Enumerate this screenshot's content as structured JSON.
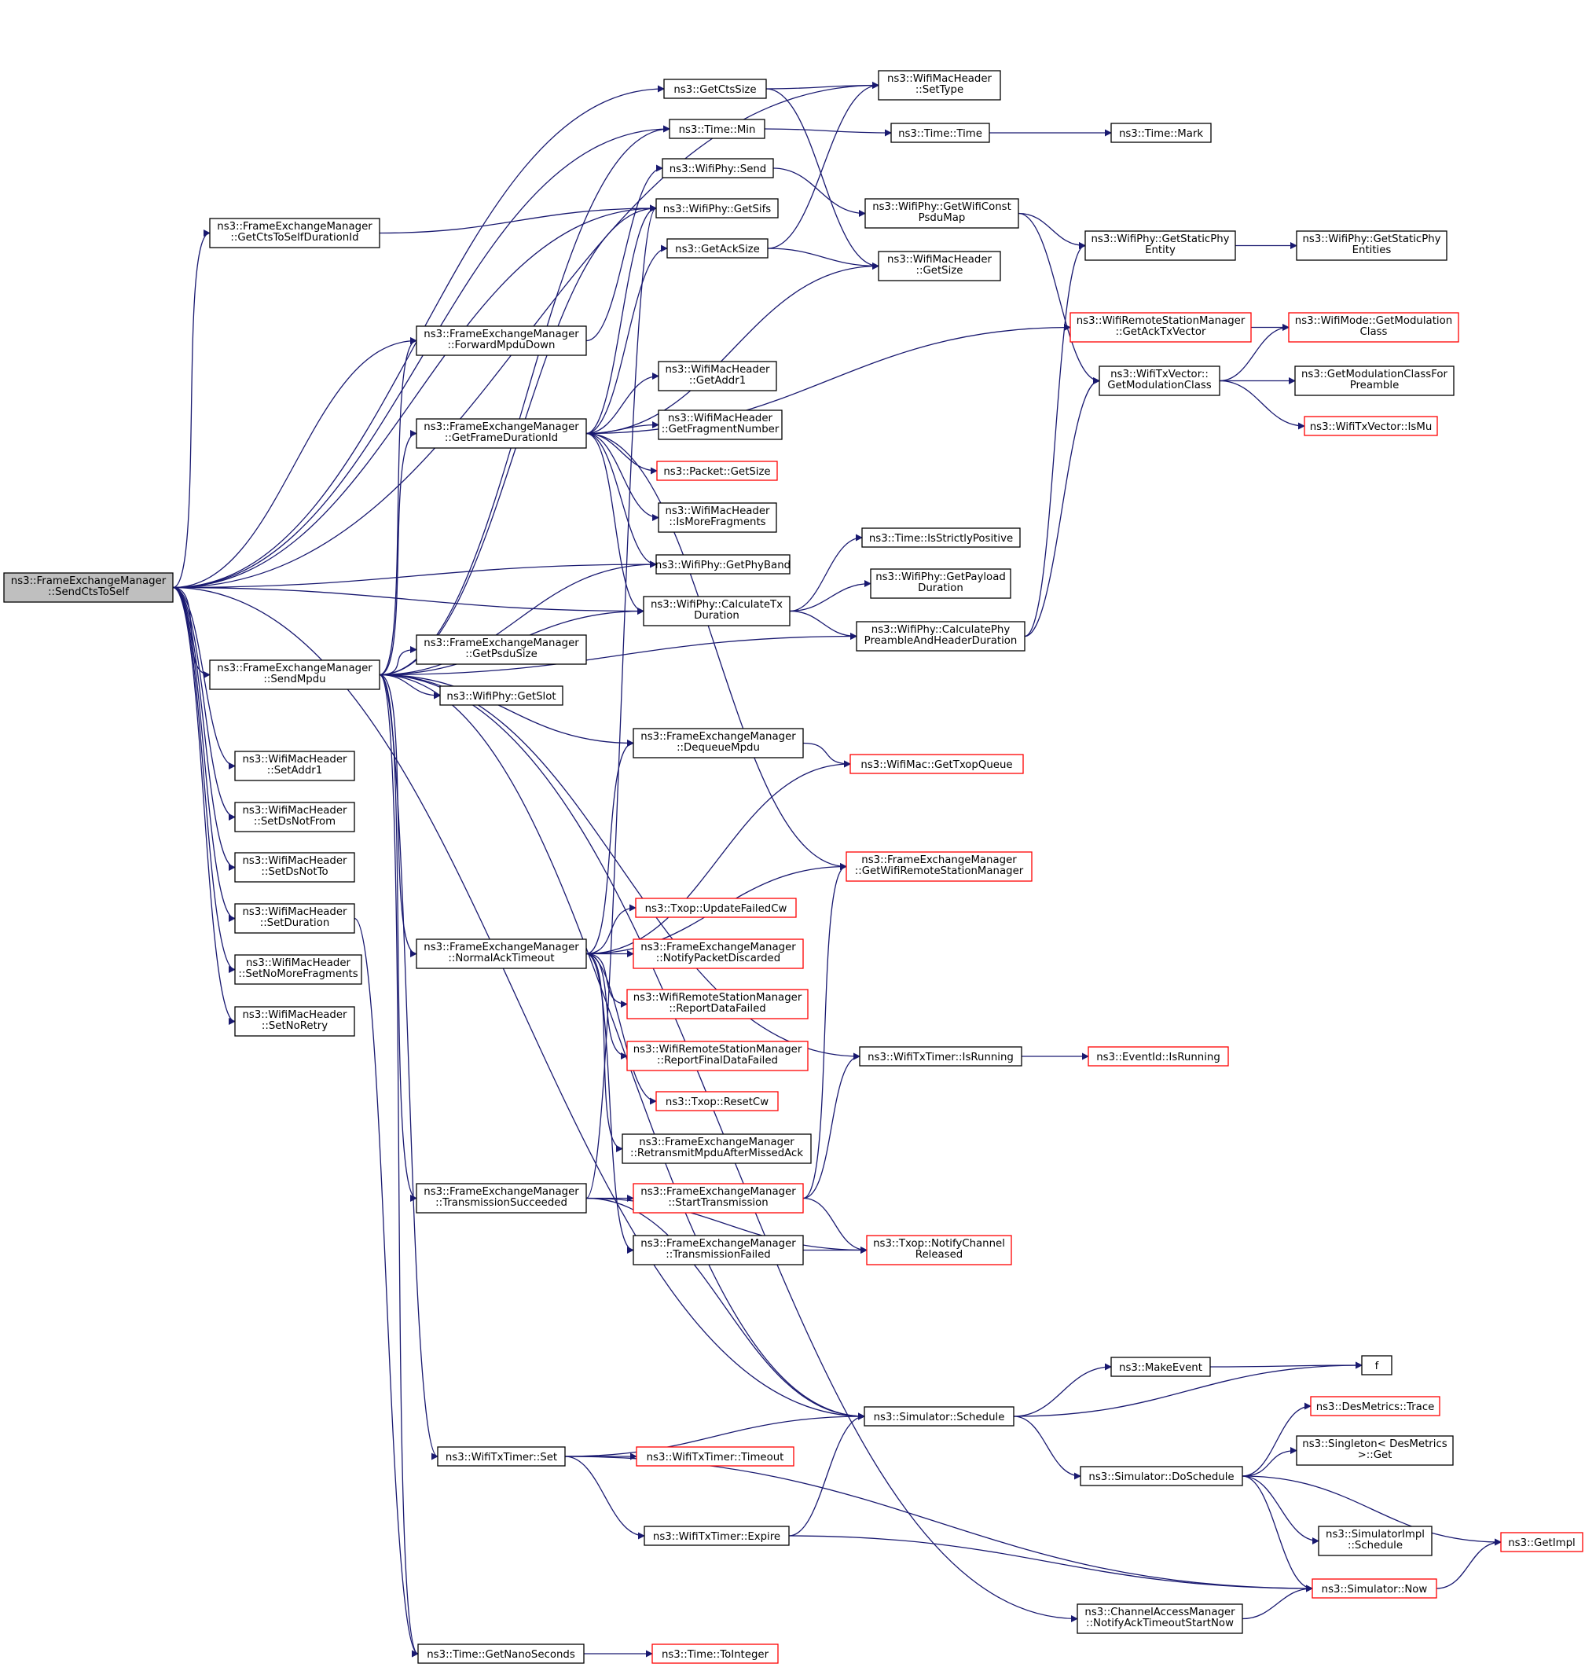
{
  "graph": {
    "nodes": [
      {
        "id": "root",
        "lines": [
          "ns3::FrameExchangeManager",
          "::SendCtsToSelf"
        ],
        "truncated": false,
        "root": true
      },
      {
        "id": "getCtsSize",
        "lines": [
          "ns3::GetCtsSize"
        ],
        "truncated": false
      },
      {
        "id": "timeMin",
        "lines": [
          "ns3::Time::Min"
        ],
        "truncated": false
      },
      {
        "id": "phySend",
        "lines": [
          "ns3::WifiPhy::Send"
        ],
        "truncated": false
      },
      {
        "id": "phyGetSifs",
        "lines": [
          "ns3::WifiPhy::GetSifs"
        ],
        "truncated": false
      },
      {
        "id": "getAckSize",
        "lines": [
          "ns3::GetAckSize"
        ],
        "truncated": false
      },
      {
        "id": "ctsToSelfDur",
        "lines": [
          "ns3::FrameExchangeManager",
          "::GetCtsToSelfDurationId"
        ],
        "truncated": false
      },
      {
        "id": "fwdMpduDown",
        "lines": [
          "ns3::FrameExchangeManager",
          "::ForwardMpduDown"
        ],
        "truncated": false
      },
      {
        "id": "frameDurId",
        "lines": [
          "ns3::FrameExchangeManager",
          "::GetFrameDurationId"
        ],
        "truncated": false
      },
      {
        "id": "macSetType",
        "lines": [
          "ns3::WifiMacHeader",
          "::SetType"
        ],
        "truncated": false
      },
      {
        "id": "timeTime",
        "lines": [
          "ns3::Time::Time"
        ],
        "truncated": false
      },
      {
        "id": "timeMark",
        "lines": [
          "ns3::Time::Mark"
        ],
        "truncated": false
      },
      {
        "id": "psduMap",
        "lines": [
          "ns3::WifiPhy::GetWifiConst",
          "PsduMap"
        ],
        "truncated": false
      },
      {
        "id": "macGetSize",
        "lines": [
          "ns3::WifiMacHeader",
          "::GetSize"
        ],
        "truncated": false
      },
      {
        "id": "staticPhyEntity",
        "lines": [
          "ns3::WifiPhy::GetStaticPhy",
          "Entity"
        ],
        "truncated": false
      },
      {
        "id": "staticPhyEntities",
        "lines": [
          "ns3::WifiPhy::GetStaticPhy",
          "Entities"
        ],
        "truncated": false
      },
      {
        "id": "ackTxVector",
        "lines": [
          "ns3::WifiRemoteStationManager",
          "::GetAckTxVector"
        ],
        "truncated": true
      },
      {
        "id": "modeModClass",
        "lines": [
          "ns3::WifiMode::GetModulation",
          "Class"
        ],
        "truncated": true
      },
      {
        "id": "txvModClass",
        "lines": [
          "ns3::WifiTxVector::",
          "GetModulationClass"
        ],
        "truncated": false
      },
      {
        "id": "modClassPreamble",
        "lines": [
          "ns3::GetModulationClassFor",
          "Preamble"
        ],
        "truncated": false
      },
      {
        "id": "txvIsMu",
        "lines": [
          "ns3::WifiTxVector::IsMu"
        ],
        "truncated": true
      },
      {
        "id": "macGetAddr1",
        "lines": [
          "ns3::WifiMacHeader",
          "::GetAddr1"
        ],
        "truncated": false
      },
      {
        "id": "macFragNum",
        "lines": [
          "ns3::WifiMacHeader",
          "::GetFragmentNumber"
        ],
        "truncated": false
      },
      {
        "id": "pktGetSize",
        "lines": [
          "ns3::Packet::GetSize"
        ],
        "truncated": true
      },
      {
        "id": "macMoreFrag",
        "lines": [
          "ns3::WifiMacHeader",
          "::IsMoreFragments"
        ],
        "truncated": false
      },
      {
        "id": "isStrictPos",
        "lines": [
          "ns3::Time::IsStrictlyPositive"
        ],
        "truncated": false
      },
      {
        "id": "phyGetPhyBand",
        "lines": [
          "ns3::WifiPhy::GetPhyBand"
        ],
        "truncated": false
      },
      {
        "id": "payloadDur",
        "lines": [
          "ns3::WifiPhy::GetPayload",
          "Duration"
        ],
        "truncated": false
      },
      {
        "id": "calcTxDur",
        "lines": [
          "ns3::WifiPhy::CalculateTx",
          "Duration"
        ],
        "truncated": false
      },
      {
        "id": "calcPhyPre",
        "lines": [
          "ns3::WifiPhy::CalculatePhy",
          "PreambleAndHeaderDuration"
        ],
        "truncated": false
      },
      {
        "id": "sendMpdu",
        "lines": [
          "ns3::FrameExchangeManager",
          "::SendMpdu"
        ],
        "truncated": false
      },
      {
        "id": "getPsduSize",
        "lines": [
          "ns3::FrameExchangeManager",
          "::GetPsduSize"
        ],
        "truncated": false
      },
      {
        "id": "phyGetSlot",
        "lines": [
          "ns3::WifiPhy::GetSlot"
        ],
        "truncated": false
      },
      {
        "id": "dequeueMpdu",
        "lines": [
          "ns3::FrameExchangeManager",
          "::DequeueMpdu"
        ],
        "truncated": false
      },
      {
        "id": "getTxopQueue",
        "lines": [
          "ns3::WifiMac::GetTxopQueue"
        ],
        "truncated": true
      },
      {
        "id": "setAddr1",
        "lines": [
          "ns3::WifiMacHeader",
          "::SetAddr1"
        ],
        "truncated": false
      },
      {
        "id": "setDsNotFrom",
        "lines": [
          "ns3::WifiMacHeader",
          "::SetDsNotFrom"
        ],
        "truncated": false
      },
      {
        "id": "setDsNotTo",
        "lines": [
          "ns3::WifiMacHeader",
          "::SetDsNotTo"
        ],
        "truncated": false
      },
      {
        "id": "setDuration",
        "lines": [
          "ns3::WifiMacHeader",
          "::SetDuration"
        ],
        "truncated": false
      },
      {
        "id": "setNoMoreFrag",
        "lines": [
          "ns3::WifiMacHeader",
          "::SetNoMoreFragments"
        ],
        "truncated": false
      },
      {
        "id": "setNoRetry",
        "lines": [
          "ns3::WifiMacHeader",
          "::SetNoRetry"
        ],
        "truncated": false
      },
      {
        "id": "getWrsm",
        "lines": [
          "ns3::FrameExchangeManager",
          "::GetWifiRemoteStationManager"
        ],
        "truncated": true
      },
      {
        "id": "updFailedCw",
        "lines": [
          "ns3::Txop::UpdateFailedCw"
        ],
        "truncated": true
      },
      {
        "id": "normalAckTimeout",
        "lines": [
          "ns3::FrameExchangeManager",
          "::NormalAckTimeout"
        ],
        "truncated": false
      },
      {
        "id": "notifyPktDisc",
        "lines": [
          "ns3::FrameExchangeManager",
          "::NotifyPacketDiscarded"
        ],
        "truncated": true
      },
      {
        "id": "reportDataFailed",
        "lines": [
          "ns3::WifiRemoteStationManager",
          "::ReportDataFailed"
        ],
        "truncated": true
      },
      {
        "id": "reportFinalFailed",
        "lines": [
          "ns3::WifiRemoteStationManager",
          "::ReportFinalDataFailed"
        ],
        "truncated": true
      },
      {
        "id": "txTimerIsRunning",
        "lines": [
          "ns3::WifiTxTimer::IsRunning"
        ],
        "truncated": false
      },
      {
        "id": "eventIsRunning",
        "lines": [
          "ns3::EventId::IsRunning"
        ],
        "truncated": true
      },
      {
        "id": "resetCw",
        "lines": [
          "ns3::Txop::ResetCw"
        ],
        "truncated": true
      },
      {
        "id": "retransmit",
        "lines": [
          "ns3::FrameExchangeManager",
          "::RetransmitMpduAfterMissedAck"
        ],
        "truncated": false
      },
      {
        "id": "txSucceeded",
        "lines": [
          "ns3::FrameExchangeManager",
          "::TransmissionSucceeded"
        ],
        "truncated": false
      },
      {
        "id": "startTx",
        "lines": [
          "ns3::FrameExchangeManager",
          "::StartTransmission"
        ],
        "truncated": true
      },
      {
        "id": "txFailed",
        "lines": [
          "ns3::FrameExchangeManager",
          "::TransmissionFailed"
        ],
        "truncated": false
      },
      {
        "id": "notifyChanRel",
        "lines": [
          "ns3::Txop::NotifyChannel",
          "Released"
        ],
        "truncated": true
      },
      {
        "id": "makeEvent",
        "lines": [
          "ns3::MakeEvent"
        ],
        "truncated": false
      },
      {
        "id": "f",
        "lines": [
          "f"
        ],
        "truncated": false
      },
      {
        "id": "simSchedule",
        "lines": [
          "ns3::Simulator::Schedule"
        ],
        "truncated": false
      },
      {
        "id": "desTrace",
        "lines": [
          "ns3::DesMetrics::Trace"
        ],
        "truncated": true
      },
      {
        "id": "singletonGet",
        "lines": [
          "ns3::Singleton< DesMetrics",
          ">::Get"
        ],
        "truncated": false
      },
      {
        "id": "doSchedule",
        "lines": [
          "ns3::Simulator::DoSchedule"
        ],
        "truncated": false
      },
      {
        "id": "txTimerSet",
        "lines": [
          "ns3::WifiTxTimer::Set"
        ],
        "truncated": false
      },
      {
        "id": "txTimerTimeout",
        "lines": [
          "ns3::WifiTxTimer::Timeout"
        ],
        "truncated": true
      },
      {
        "id": "txTimerExpire",
        "lines": [
          "ns3::WifiTxTimer::Expire"
        ],
        "truncated": false
      },
      {
        "id": "simImplSched",
        "lines": [
          "ns3::SimulatorImpl",
          "::Schedule"
        ],
        "truncated": false
      },
      {
        "id": "getImpl",
        "lines": [
          "ns3::GetImpl"
        ],
        "truncated": true
      },
      {
        "id": "simNow",
        "lines": [
          "ns3::Simulator::Now"
        ],
        "truncated": true
      },
      {
        "id": "notifyAckTo",
        "lines": [
          "ns3::ChannelAccessManager",
          "::NotifyAckTimeoutStartNow"
        ],
        "truncated": false
      },
      {
        "id": "getNanoSec",
        "lines": [
          "ns3::Time::GetNanoSeconds"
        ],
        "truncated": false
      },
      {
        "id": "toInteger",
        "lines": [
          "ns3::Time::ToInteger"
        ],
        "truncated": true
      }
    ]
  }
}
